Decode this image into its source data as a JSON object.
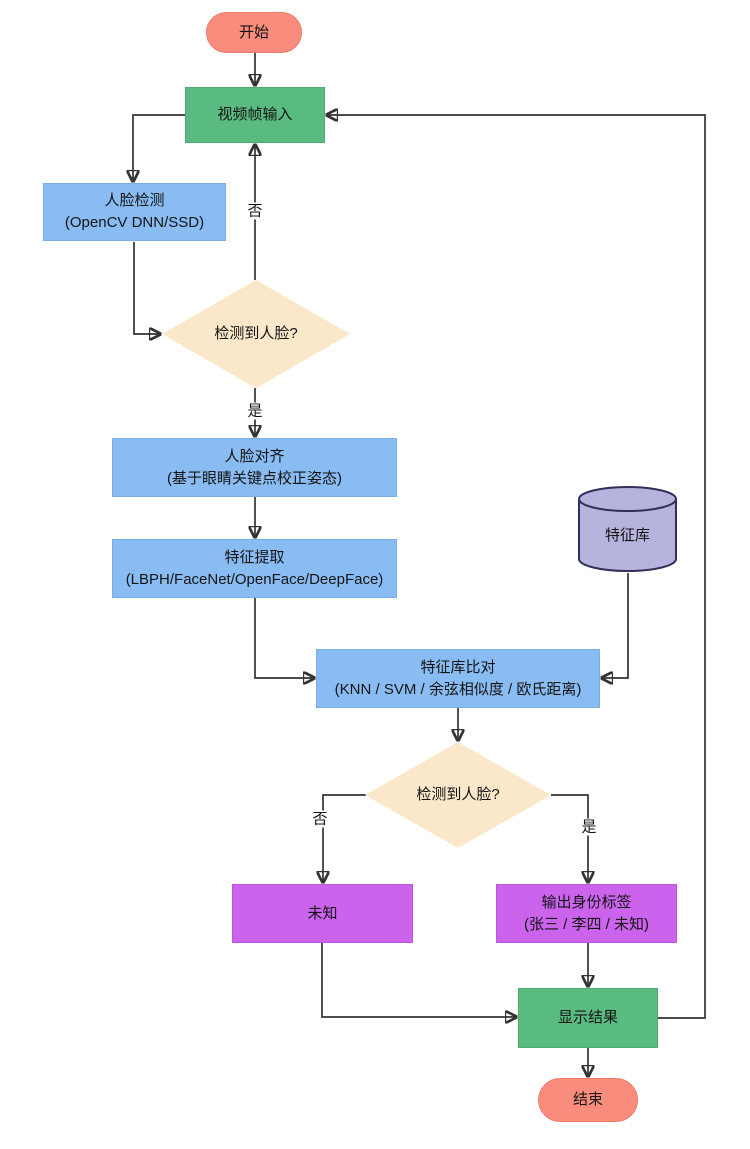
{
  "diagram": {
    "nodes": {
      "start": {
        "label": "开始"
      },
      "video_input": {
        "label": "视频帧输入"
      },
      "face_detect": {
        "label": "人脸检测",
        "sublabel": "(OpenCV DNN/SSD)"
      },
      "decision_face": {
        "label": "检测到人脸?"
      },
      "face_align": {
        "label": "人脸对齐",
        "sublabel": "(基于眼睛关键点校正姿态)"
      },
      "feature_extract": {
        "label": "特征提取",
        "sublabel": "(LBPH/FaceNet/OpenFace/DeepFace)"
      },
      "feature_db": {
        "label": "特征库"
      },
      "feature_compare": {
        "label": "特征库比对",
        "sublabel": "(KNN / SVM / 余弦相似度 / 欧氏距离)"
      },
      "decision_match": {
        "label": "检测到人脸?"
      },
      "unknown": {
        "label": "未知"
      },
      "output_identity": {
        "label": "输出身份标签",
        "sublabel": "(张三 / 李四 / 未知)"
      },
      "display_result": {
        "label": "显示结果"
      },
      "end": {
        "label": "结束"
      }
    },
    "edge_labels": {
      "no1": "否",
      "yes1": "是",
      "no2": "否",
      "yes2": "是"
    },
    "colors": {
      "terminal_fill": "#FA8C7E",
      "process_green_fill": "#5ABB80",
      "process_blue_fill": "#89BCF2",
      "decision_fill": "#FBE8CA",
      "storage_fill": "#B6B3DF",
      "storage_stroke": "#30305A",
      "output_purple_fill": "#CB63ED",
      "connector": "#333333",
      "background": "#FFFFFF"
    }
  }
}
